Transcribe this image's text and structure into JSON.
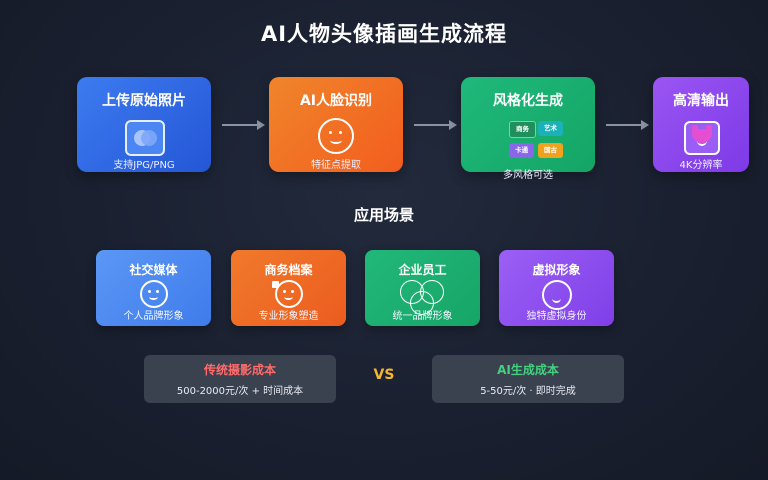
{
  "title": "AI人物头像插画生成流程",
  "steps": [
    {
      "label": "上传原始照片",
      "sub": "支持JPG/PNG",
      "icon": "photo-upload-icon"
    },
    {
      "label": "AI人脸识别",
      "sub": "特征点提取",
      "icon": "face-scan-icon"
    },
    {
      "label": "风格化生成",
      "sub": "多风格可选",
      "icon": "style-grid-icon",
      "styles": [
        {
          "label": "商务",
          "color": "#1f8f5c"
        },
        {
          "label": "艺术",
          "color": "#1bb1b8"
        },
        {
          "label": "卡通",
          "color": "#8a66e8"
        },
        {
          "label": "国古",
          "color": "#f0a21f"
        }
      ]
    },
    {
      "label": "高清输出",
      "sub": "4K分辨率",
      "icon": "hd-portrait-icon"
    }
  ],
  "applications_title": "应用场景",
  "applications": [
    {
      "label": "社交媒体",
      "sub": "个人品牌形象"
    },
    {
      "label": "商务档案",
      "sub": "专业形象塑造"
    },
    {
      "label": "企业员工",
      "sub": "统一品牌形象"
    },
    {
      "label": "虚拟形象",
      "sub": "独特虚拟身份"
    }
  ],
  "comparison": {
    "traditional": {
      "label": "传统摄影成本",
      "sub": "500-2000元/次 + 时间成本",
      "color": "#ff6b6b"
    },
    "vs": "VS",
    "vs_color": "#f5b731",
    "ai": {
      "label": "AI生成成本",
      "sub": "5-50元/次 · 即时完成",
      "color": "#43d17f"
    }
  }
}
